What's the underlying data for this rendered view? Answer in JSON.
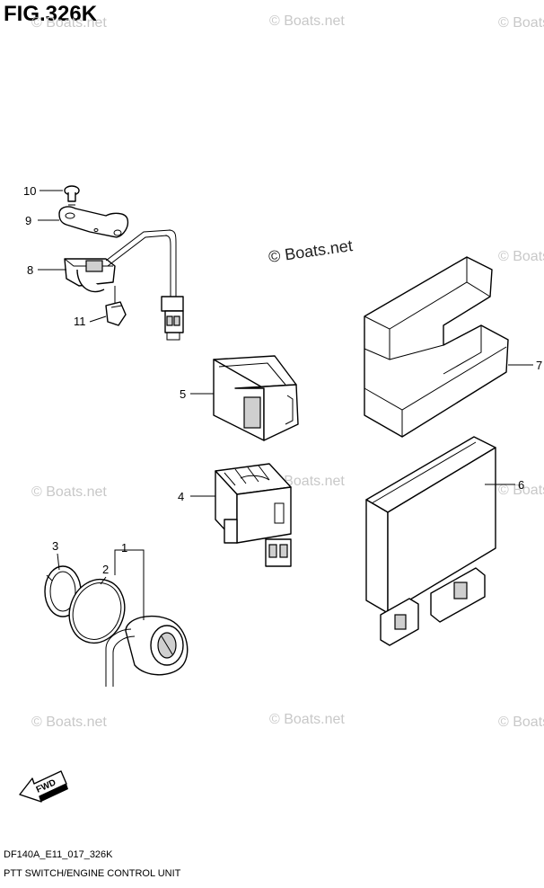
{
  "figure": {
    "title": "FIG.326K",
    "code": "DF140A_E11_017_326K",
    "caption": "PTT SWITCH/ENGINE CONTROL UNIT"
  },
  "watermark": {
    "text": "© Boats.net",
    "main_text": "© Boats.net"
  },
  "fwd_label": "FWD",
  "callouts": [
    "10",
    "9",
    "8",
    "11",
    "5",
    "4",
    "3",
    "2",
    "1",
    "7",
    "6"
  ]
}
